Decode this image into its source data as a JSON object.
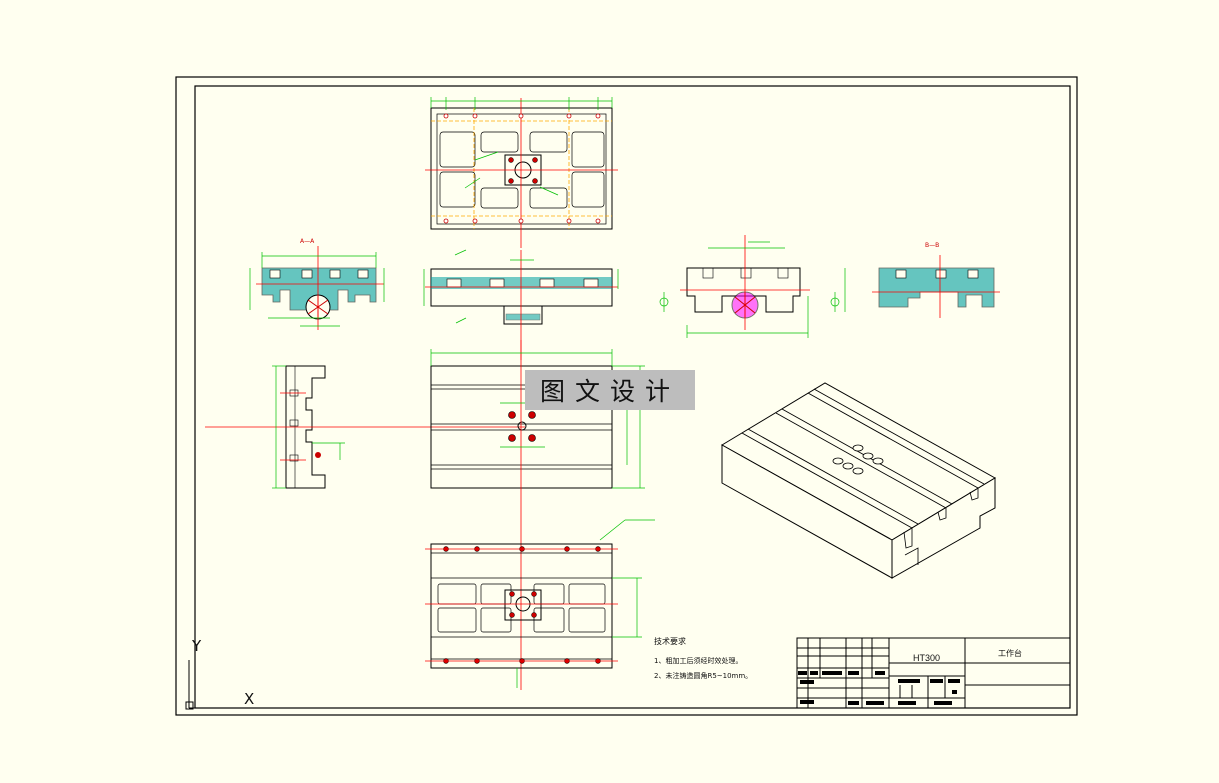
{
  "watermark": {
    "text": "图文设计"
  },
  "title_block": {
    "material": "HT300",
    "part_name": "工作台"
  },
  "tech_notes": {
    "title": "技术要求",
    "items": [
      "1、粗加工后须经时效处理。",
      "2、未注铸造圆角R5~10mm。"
    ]
  },
  "section_labels": [
    "A—A",
    "B—B"
  ],
  "ucs": {
    "y_label": "Y",
    "x_label": "X"
  },
  "colors": {
    "background": "#fffff0",
    "outline": "#000000",
    "centerline": "#ff0000",
    "dimension": "#00c000",
    "hatch": "#00a0a0",
    "hidden": "#ffaa00",
    "bolt": "#ff00ff"
  },
  "views": [
    "top-view-upper",
    "front-section",
    "left-section-a",
    "right-section-view",
    "right-section-b",
    "side-view-left",
    "top-view-middle",
    "bottom-view",
    "isometric-view"
  ]
}
